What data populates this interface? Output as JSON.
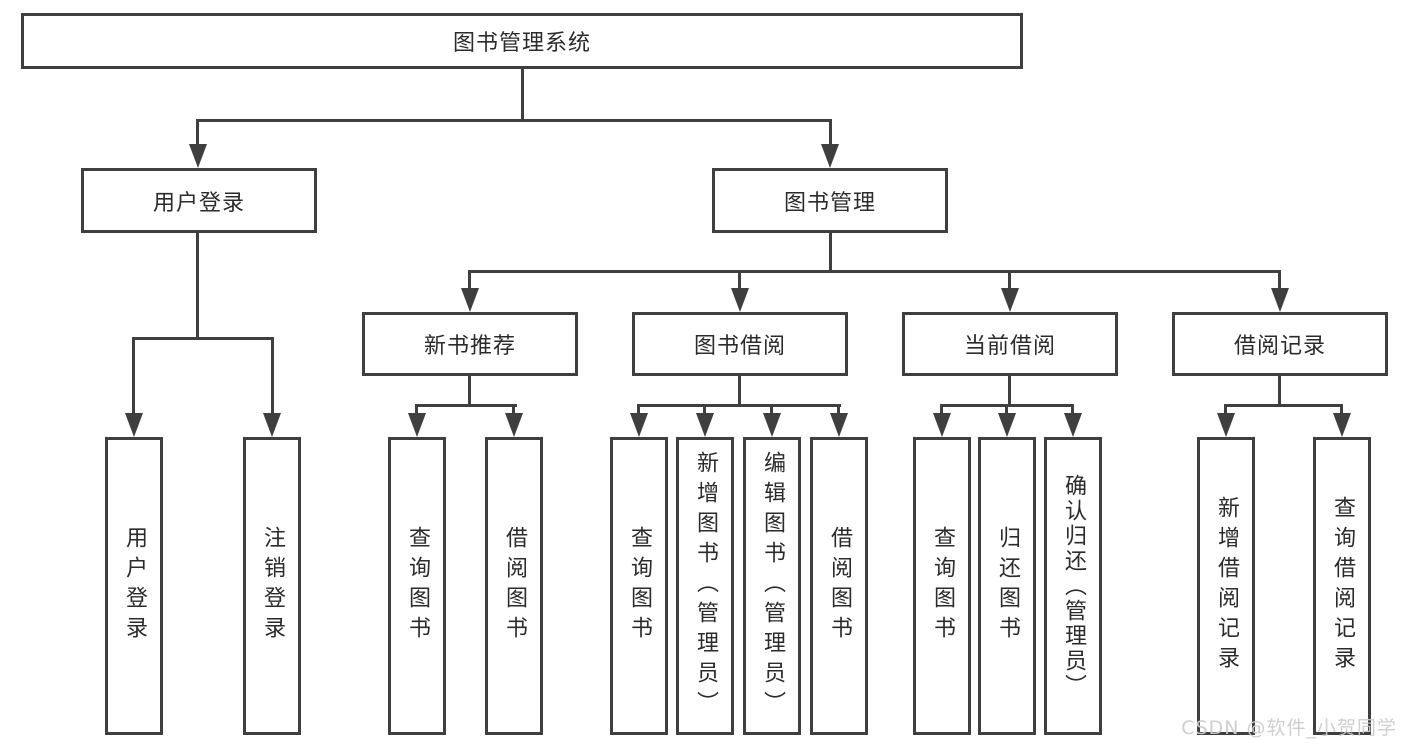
{
  "diagram_title": "图书管理系统",
  "tree": {
    "label": "图书管理系统",
    "children": [
      {
        "label": "用户登录",
        "children": [
          {
            "label": "用户登录"
          },
          {
            "label": "注销登录"
          }
        ]
      },
      {
        "label": "图书管理",
        "children": [
          {
            "label": "新书推荐",
            "children": [
              {
                "label": "查询图书"
              },
              {
                "label": "借阅图书"
              }
            ]
          },
          {
            "label": "图书借阅",
            "children": [
              {
                "label": "查询图书"
              },
              {
                "label": "新增图书（管理员）"
              },
              {
                "label": "编辑图书（管理员）"
              },
              {
                "label": "借阅图书"
              }
            ]
          },
          {
            "label": "当前借阅",
            "children": [
              {
                "label": "查询图书"
              },
              {
                "label": "归还图书"
              },
              {
                "label": "确认归还（管理员）"
              }
            ]
          },
          {
            "label": "借阅记录",
            "children": [
              {
                "label": "新增借阅记录"
              },
              {
                "label": "查询借阅记录"
              }
            ]
          }
        ]
      }
    ]
  },
  "watermark": "CSDN @软件_小贺同学",
  "colors": {
    "line": "#3f3f3f",
    "text": "#2b2b2b",
    "watermark": "#cccccc",
    "background": "#ffffff"
  }
}
